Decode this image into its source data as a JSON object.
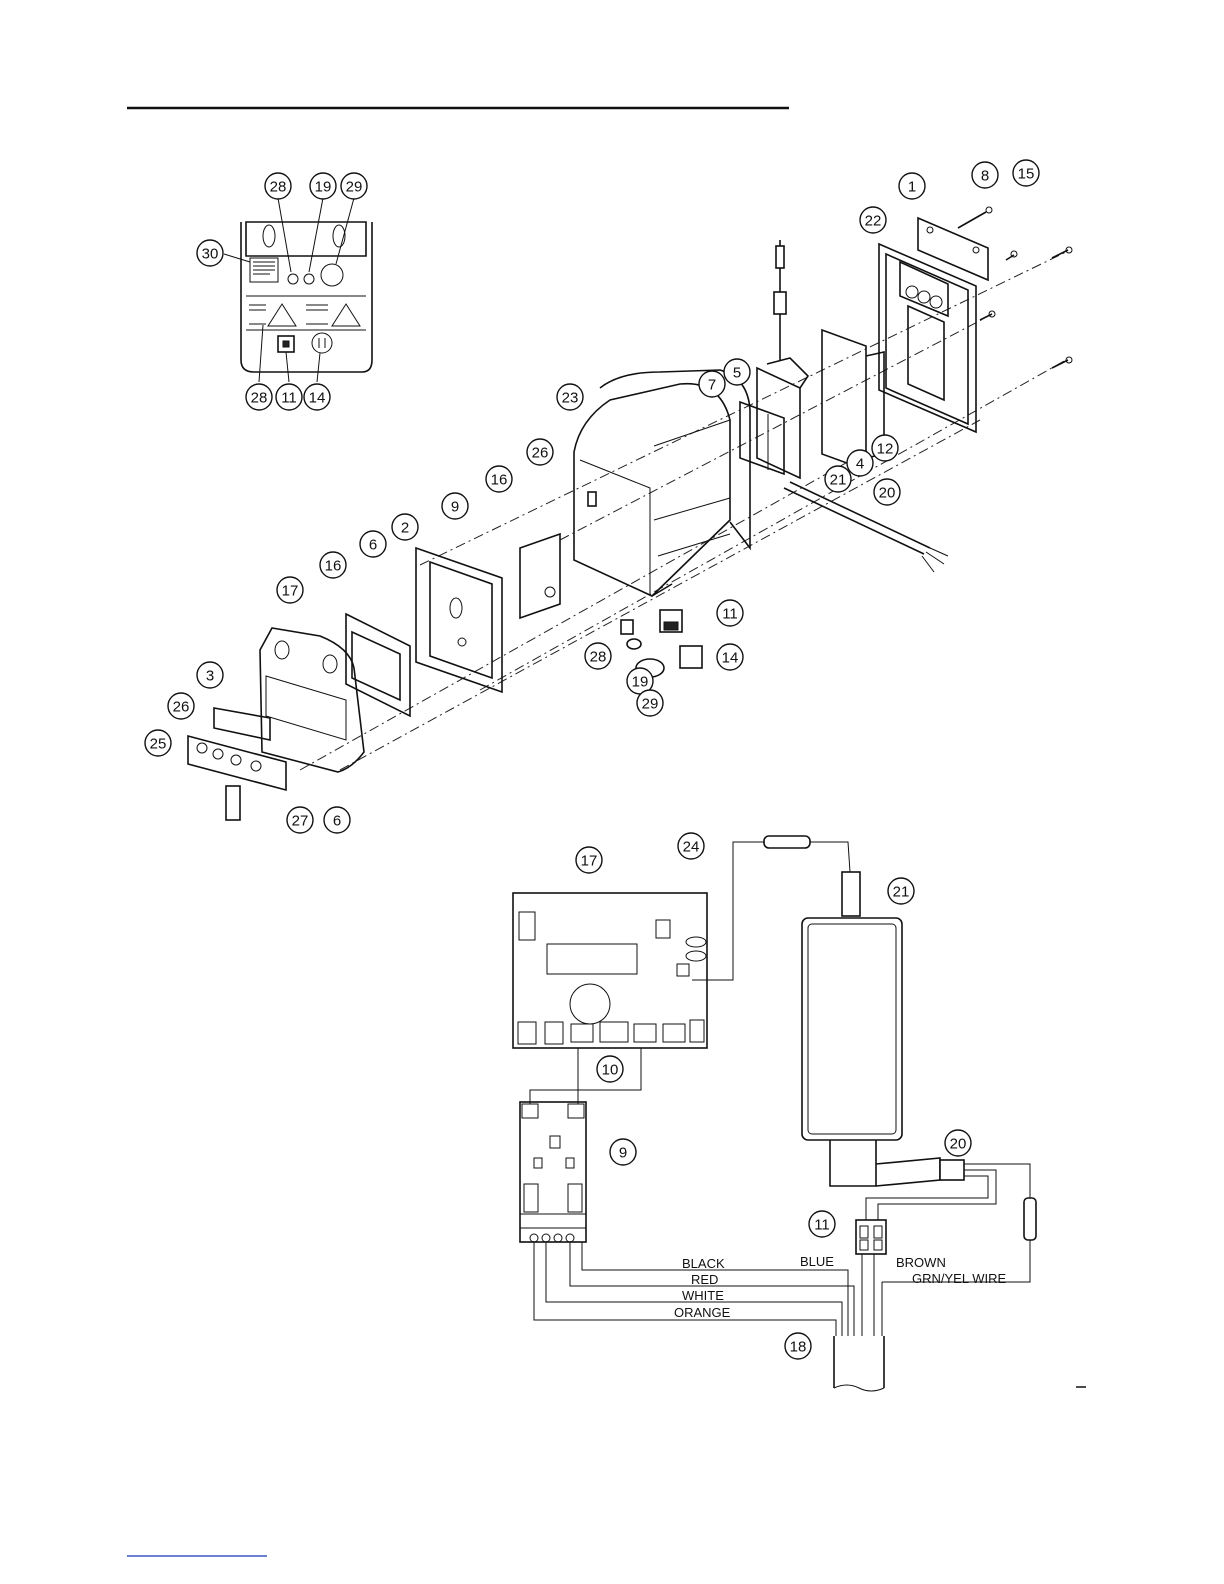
{
  "callouts_front_view": [
    "28",
    "19",
    "29",
    "30",
    "28",
    "11",
    "14"
  ],
  "callouts_exploded": [
    "1",
    "8",
    "15",
    "22",
    "23",
    "7",
    "5",
    "12",
    "4",
    "21",
    "20",
    "26",
    "16",
    "9",
    "2",
    "6",
    "16",
    "17",
    "11",
    "28",
    "14",
    "19",
    "29",
    "3",
    "26",
    "25",
    "27",
    "6"
  ],
  "callouts_wiring": [
    "24",
    "17",
    "21",
    "10",
    "9",
    "20",
    "11",
    "18"
  ],
  "wire_labels": {
    "black": "BLACK",
    "red": "RED",
    "white": "WHITE",
    "orange": "ORANGE",
    "blue": "BLUE",
    "brown": "BROWN",
    "grn_yel": "GRN/YEL WIRE"
  },
  "colors": {
    "line": "#111111",
    "link": "#3b57c4"
  }
}
